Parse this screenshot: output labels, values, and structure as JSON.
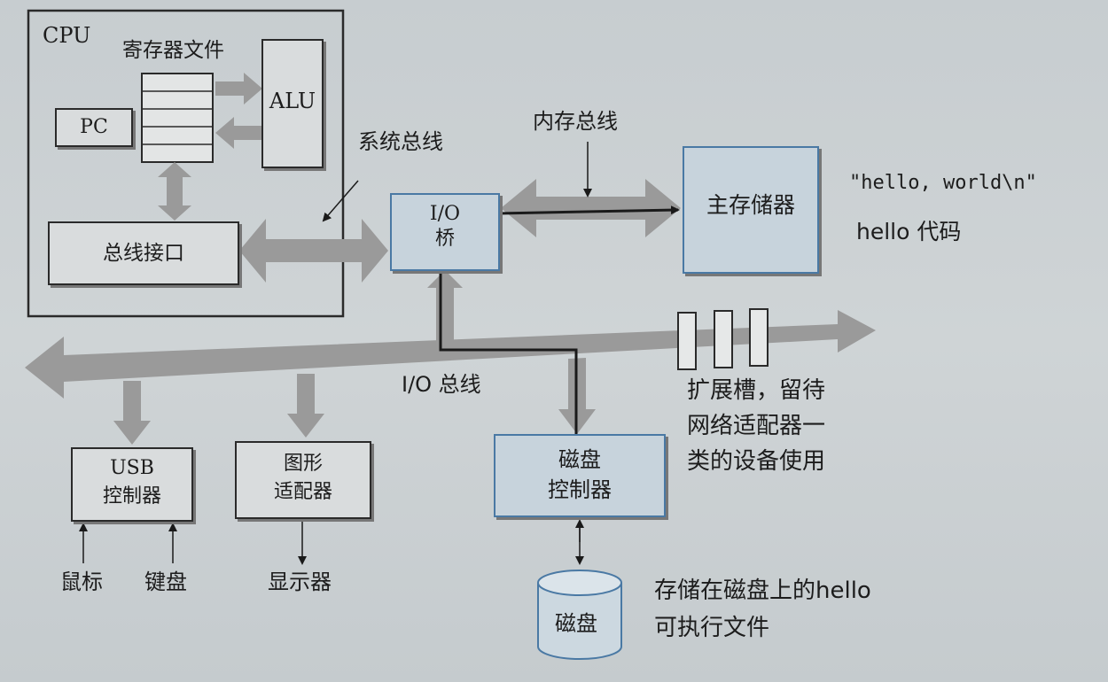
{
  "diagram": {
    "cpu": {
      "title": "CPU",
      "register_file": "寄存器文件",
      "pc": "PC",
      "alu": "ALU",
      "bus_interface": "总线接口"
    },
    "system_bus": "系统总线",
    "memory_bus": "内存总线",
    "io_bridge": [
      "I/O",
      "桥"
    ],
    "main_memory": "主存储器",
    "memory_contents": {
      "string": "\"hello, world\\n\"",
      "code": "hello 代码"
    },
    "io_bus": "I/O 总线",
    "expansion_slots": [
      "扩展槽，留待",
      "网络适配器一",
      "类的设备使用"
    ],
    "usb_controller": [
      "USB",
      "控制器"
    ],
    "graphics_adapter": [
      "图形",
      "适配器"
    ],
    "disk_controller": [
      "磁盘",
      "控制器"
    ],
    "mouse": "鼠标",
    "keyboard": "键盘",
    "display": "显示器",
    "disk": "磁盘",
    "disk_note": [
      "存储在磁盘上的hello",
      "可执行文件"
    ]
  }
}
